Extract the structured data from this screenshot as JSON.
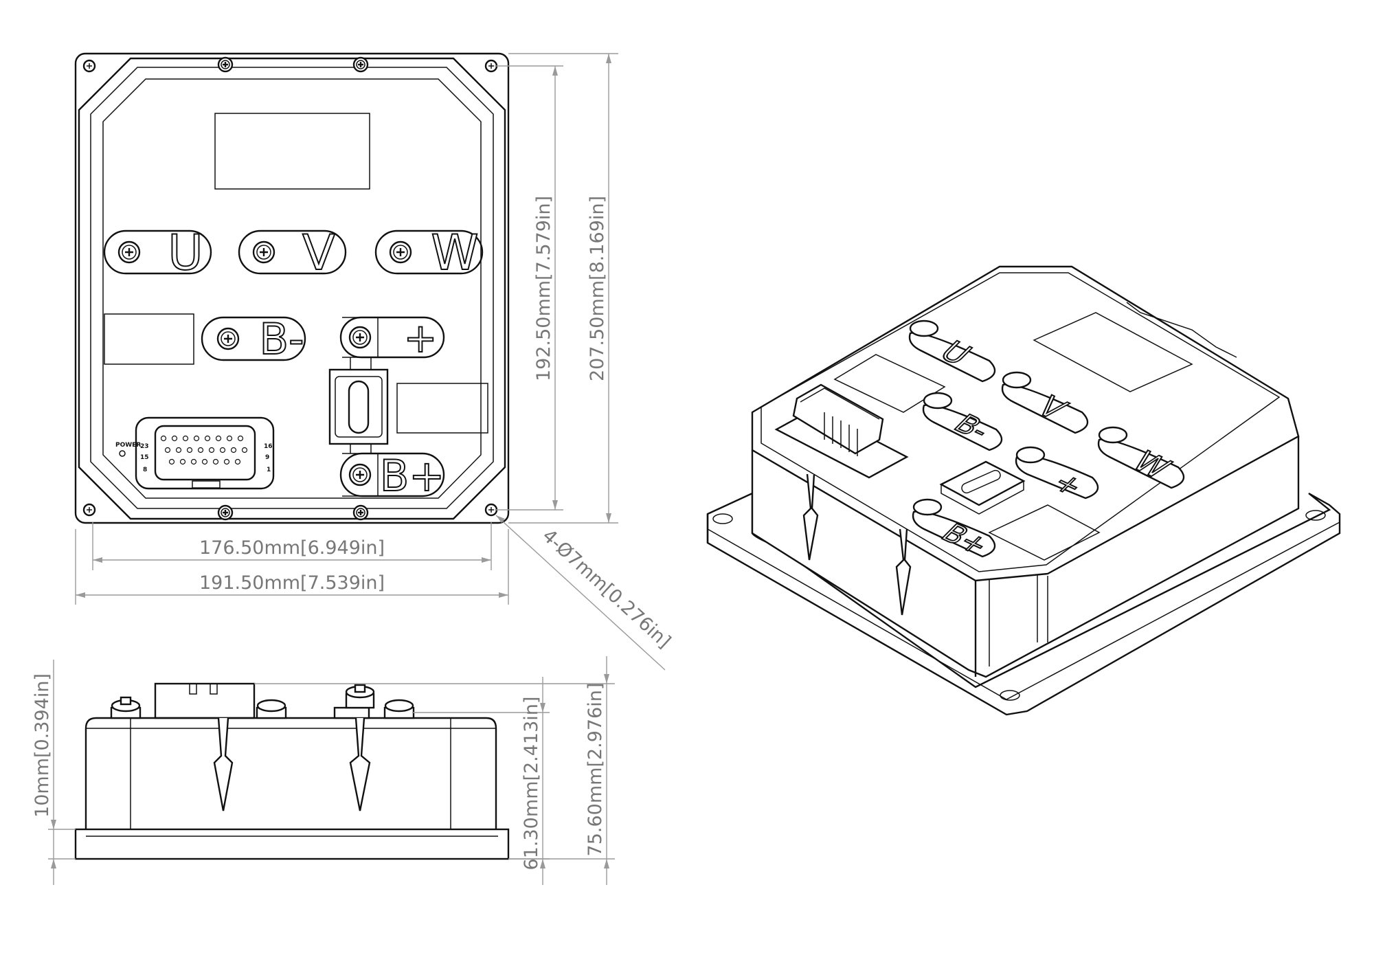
{
  "front_view": {
    "terminals": [
      "U",
      "V",
      "W",
      "B-",
      "+",
      "B+"
    ],
    "connector_labels": {
      "power": "POWER",
      "pin_23": "23",
      "pin_15": "15",
      "pin_8": "8",
      "pin_16": "16",
      "pin_9": "9",
      "pin_1": "1"
    }
  },
  "dimensions": {
    "width_inner": "176.50mm[6.949in]",
    "width_outer": "191.50mm[7.539in]",
    "height_inner": "192.50mm[7.579in]",
    "height_outer": "207.50mm[8.169in]",
    "holes": "4-Ø7mm[0.276in]",
    "base_thickness": "10mm[0.394in]",
    "body_height": "61.30mm[2.413in]",
    "total_height": "75.60mm[2.976in]"
  },
  "iso_view": {
    "terminals": [
      "U",
      "V",
      "W",
      "B-",
      "+",
      "B+"
    ]
  }
}
